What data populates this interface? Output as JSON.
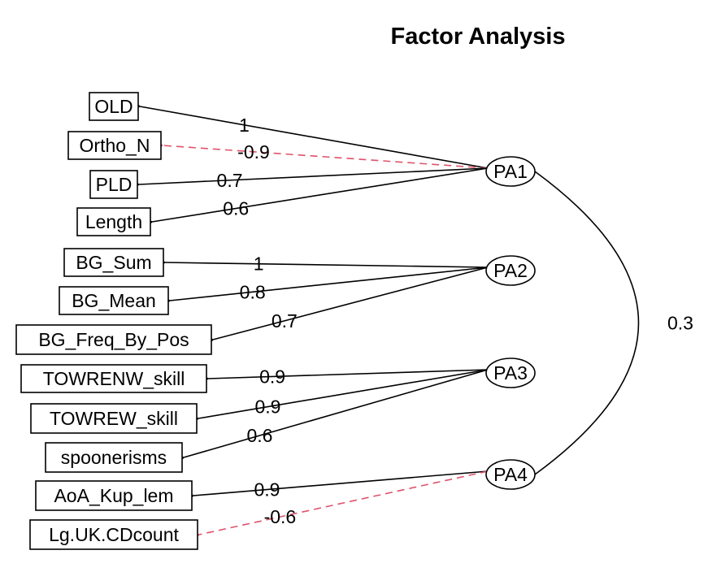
{
  "title": "Factor Analysis",
  "colors": {
    "positive": "#000000",
    "negative": "#df536b"
  },
  "variables": [
    {
      "id": "OLD",
      "label": "OLD"
    },
    {
      "id": "Ortho_N",
      "label": "Ortho_N"
    },
    {
      "id": "PLD",
      "label": "PLD"
    },
    {
      "id": "Length",
      "label": "Length"
    },
    {
      "id": "BG_Sum",
      "label": "BG_Sum"
    },
    {
      "id": "BG_Mean",
      "label": "BG_Mean"
    },
    {
      "id": "BG_Freq_By_Pos",
      "label": "BG_Freq_By_Pos"
    },
    {
      "id": "TOWRENW_skill",
      "label": "TOWRENW_skill"
    },
    {
      "id": "TOWREW_skill",
      "label": "TOWREW_skill"
    },
    {
      "id": "spoonerisms",
      "label": "spoonerisms"
    },
    {
      "id": "AoA_Kup_lem",
      "label": "AoA_Kup_lem"
    },
    {
      "id": "Lg.UK.CDcount",
      "label": "Lg.UK.CDcount"
    }
  ],
  "factors": [
    {
      "id": "PA1",
      "label": "PA1"
    },
    {
      "id": "PA2",
      "label": "PA2"
    },
    {
      "id": "PA3",
      "label": "PA3"
    },
    {
      "id": "PA4",
      "label": "PA4"
    }
  ],
  "loadings": [
    {
      "factor": "PA1",
      "variable": "OLD",
      "value": 1,
      "label": "1"
    },
    {
      "factor": "PA1",
      "variable": "Ortho_N",
      "value": -0.9,
      "label": "-0.9"
    },
    {
      "factor": "PA1",
      "variable": "PLD",
      "value": 0.7,
      "label": "0.7"
    },
    {
      "factor": "PA1",
      "variable": "Length",
      "value": 0.6,
      "label": "0.6"
    },
    {
      "factor": "PA2",
      "variable": "BG_Sum",
      "value": 1,
      "label": "1"
    },
    {
      "factor": "PA2",
      "variable": "BG_Mean",
      "value": 0.8,
      "label": "0.8"
    },
    {
      "factor": "PA2",
      "variable": "BG_Freq_By_Pos",
      "value": 0.7,
      "label": "0.7"
    },
    {
      "factor": "PA3",
      "variable": "TOWRENW_skill",
      "value": 0.9,
      "label": "0.9"
    },
    {
      "factor": "PA3",
      "variable": "TOWREW_skill",
      "value": 0.9,
      "label": "0.9"
    },
    {
      "factor": "PA3",
      "variable": "spoonerisms",
      "value": 0.6,
      "label": "0.6"
    },
    {
      "factor": "PA4",
      "variable": "AoA_Kup_lem",
      "value": 0.9,
      "label": "0.9"
    },
    {
      "factor": "PA4",
      "variable": "Lg.UK.CDcount",
      "value": -0.6,
      "label": "-0.6"
    }
  ],
  "correlations": [
    {
      "from": "PA1",
      "to": "PA4",
      "value": 0.3,
      "label": "0.3"
    }
  ]
}
